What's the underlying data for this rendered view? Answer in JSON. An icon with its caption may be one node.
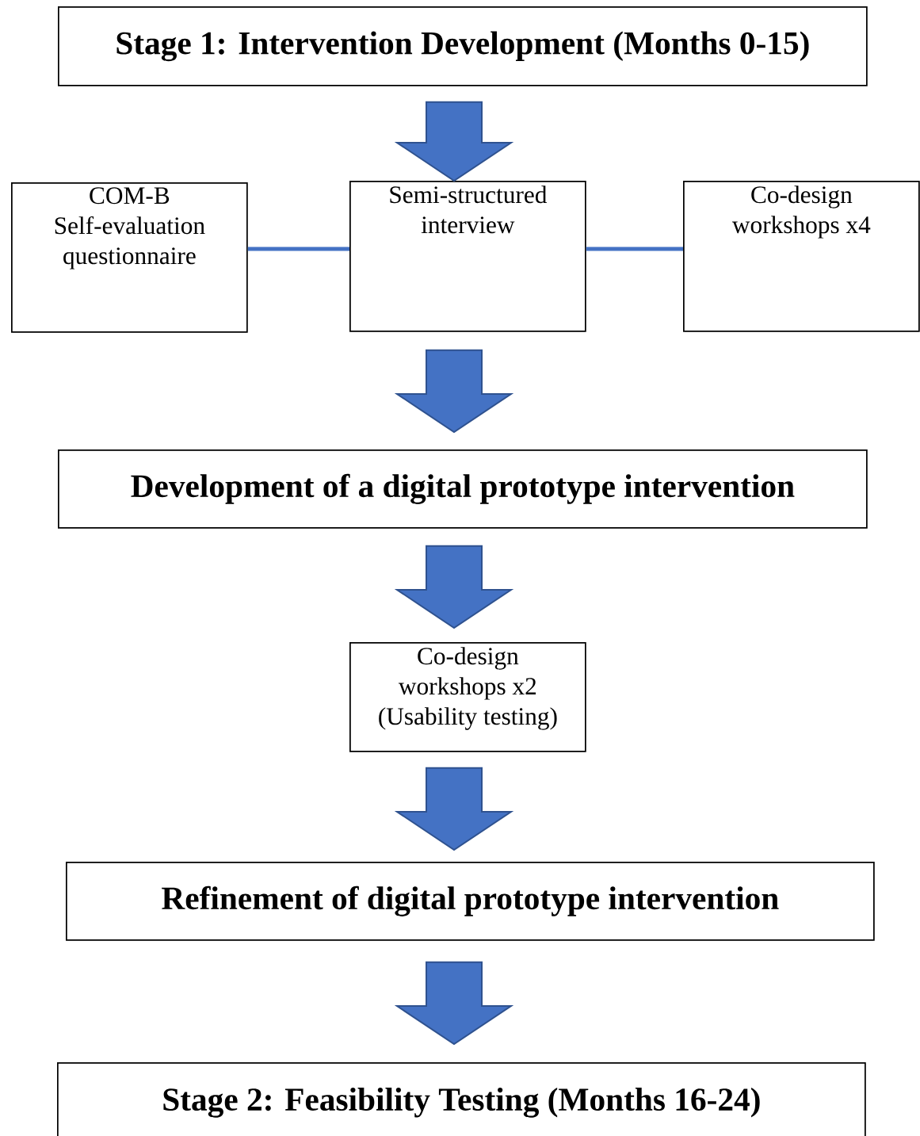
{
  "diagram": {
    "nodes": [
      {
        "text": [
          "Stage 1: Intervention Development (Months 0-15)"
        ]
      },
      {
        "text": [
          "COM-B Self-evaluation questionnaire"
        ]
      },
      {
        "text": [
          "Semi-structured interview"
        ]
      },
      {
        "text": [
          "Co-design workshops x4"
        ]
      },
      {
        "text": [
          "Development of a digital prototype intervention"
        ]
      },
      {
        "text": [
          "Co-design workshops x2 (Usability testing)"
        ]
      },
      {
        "text": [
          "Refinement of digital prototype intervention"
        ]
      },
      {
        "text": [
          "Stage 2: Feasibility Testing (Months 16-24)"
        ]
      }
    ],
    "edges": [
      {
        "from": 0,
        "to": 2,
        "arrow": "to"
      },
      {
        "from": 1,
        "to": 2,
        "arrow": "none"
      },
      {
        "from": 2,
        "to": 3,
        "arrow": "none"
      },
      {
        "from": 2,
        "to": 4,
        "arrow": "to"
      },
      {
        "from": 4,
        "to": 5,
        "arrow": "to"
      },
      {
        "from": 5,
        "to": 6,
        "arrow": "to"
      },
      {
        "from": 6,
        "to": 7,
        "arrow": "to"
      }
    ]
  }
}
